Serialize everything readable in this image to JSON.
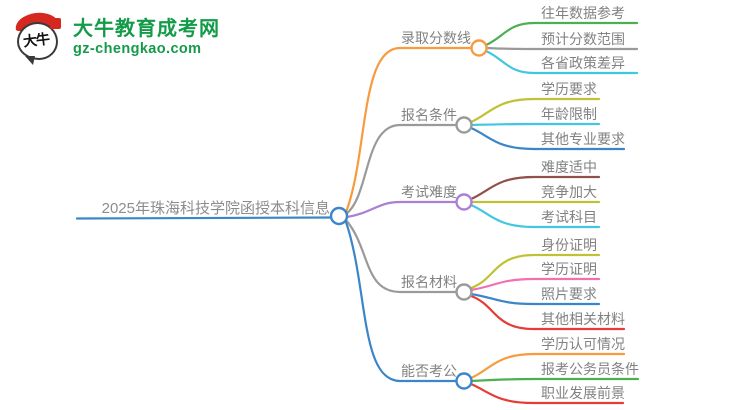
{
  "logo": {
    "icon_text": "大牛",
    "title": "大牛教育成考网",
    "domain": "gz-chengkao.com",
    "brand_green": "#149b49",
    "brand_red": "#d5281e"
  },
  "mindmap": {
    "root": {
      "label": "2025年珠海科技学院函授本科信息",
      "color": "#3a86c8"
    },
    "branches": [
      {
        "label": "录取分数线",
        "color": "#f89a3e",
        "children": [
          {
            "label": "往年数据参考",
            "color": "#4caf50"
          },
          {
            "label": "预计分数范围",
            "color": "#9a9a9a"
          },
          {
            "label": "各省政策差异",
            "color": "#41c7e0"
          }
        ]
      },
      {
        "label": "报名条件",
        "color": "#9a9a9a",
        "children": [
          {
            "label": "学历要求",
            "color": "#c0c236"
          },
          {
            "label": "年龄限制",
            "color": "#41c7e0"
          },
          {
            "label": "其他专业要求",
            "color": "#3a86c8"
          }
        ]
      },
      {
        "label": "考试难度",
        "color": "#aa7fd4",
        "children": [
          {
            "label": "难度适中",
            "color": "#92504a"
          },
          {
            "label": "竞争加大",
            "color": "#c0c236"
          },
          {
            "label": "考试科目",
            "color": "#41c7e0"
          }
        ]
      },
      {
        "label": "报名材料",
        "color": "#9a9a9a",
        "children": [
          {
            "label": "身份证明",
            "color": "#c0c236"
          },
          {
            "label": "学历证明",
            "color": "#f070b0"
          },
          {
            "label": "照片要求",
            "color": "#3a86c8"
          },
          {
            "label": "其他相关材料",
            "color": "#e63c38"
          }
        ]
      },
      {
        "label": "能否考公",
        "color": "#3a86c8",
        "children": [
          {
            "label": "学历认可情况",
            "color": "#f89a3e"
          },
          {
            "label": "报考公务员条件",
            "color": "#4caf50"
          },
          {
            "label": "职业发展前景",
            "color": "#e63c38"
          }
        ]
      }
    ]
  }
}
